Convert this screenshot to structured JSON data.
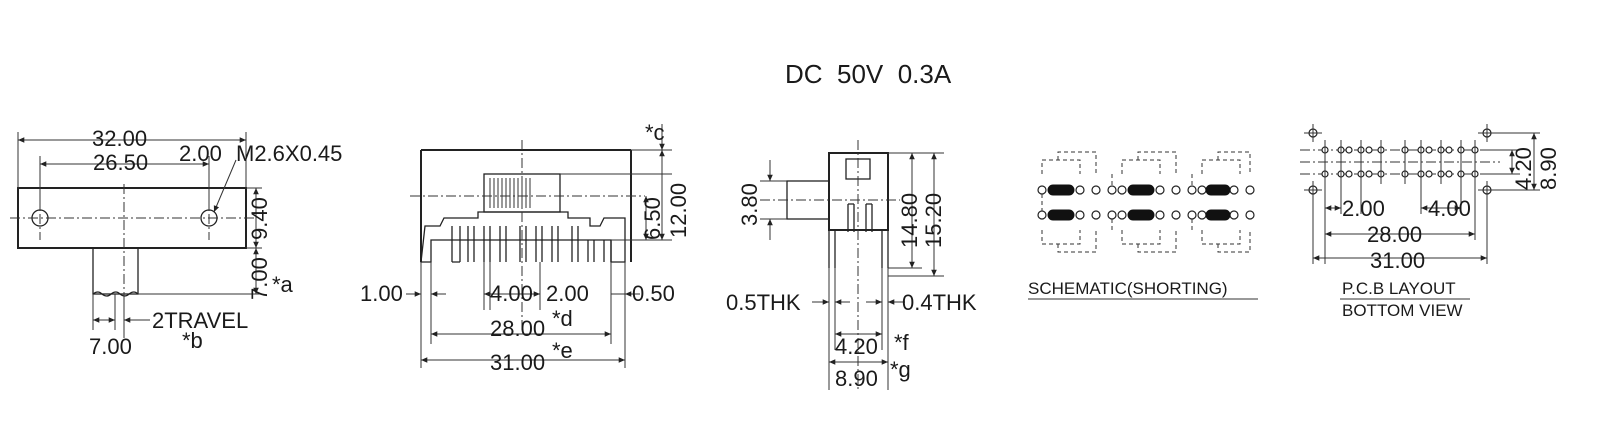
{
  "title": "DC  50V  0.3A",
  "views": {
    "front": {
      "dims": [
        "32.00",
        "26.50",
        "2.00",
        "M2.6X0.45",
        "9.40",
        "7.00",
        "2TRAVEL",
        "7.00"
      ],
      "notes": [
        "*a",
        "*b"
      ]
    },
    "side": {
      "dims": [
        "12.00",
        "6.50",
        "1.00",
        "4.00",
        "2.00",
        "0.50",
        "28.00",
        "31.00"
      ],
      "notes": [
        "*c",
        "*d",
        "*e"
      ]
    },
    "end": {
      "dims": [
        "3.80",
        "14.80",
        "15.20",
        "0.5THK",
        "0.4THK",
        "4.20",
        "8.90"
      ],
      "notes": [
        "*f",
        "*g"
      ]
    },
    "schematic": {
      "caption": "SCHEMATIC(SHORTING)"
    },
    "pcb": {
      "dims": [
        "4.20",
        "8.90",
        "2.00",
        "4.00",
        "28.00",
        "31.00"
      ],
      "caption_line1": "P.C.B LAYOUT",
      "caption_line2": "BOTTOM VIEW"
    }
  }
}
